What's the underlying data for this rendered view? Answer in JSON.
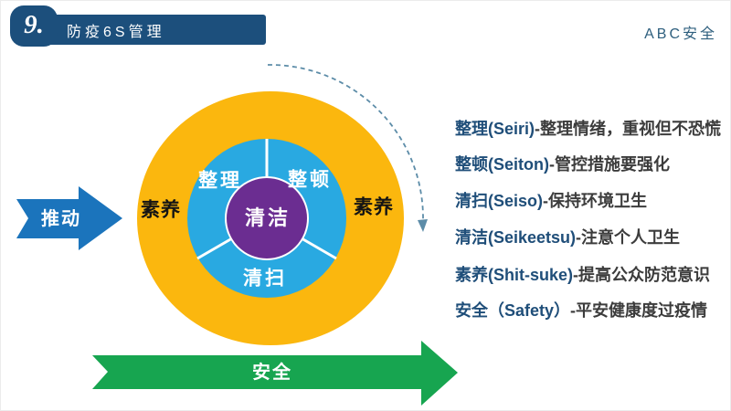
{
  "header": {
    "number": "9.",
    "title": "防疫6S管理",
    "brand": "ABC安全"
  },
  "diagram": {
    "center_label": "清洁",
    "segments": [
      "整理",
      "整顿",
      "清扫"
    ],
    "outer_label_left": "素养",
    "outer_label_right": "素养",
    "push_arrow_label": "推动",
    "safety_arrow_label": "安全",
    "colors": {
      "outer_ring": "#fbb70e",
      "inner_ring": "#29a9e1",
      "center_circle": "#6b2d91",
      "divider_line": "#ffffff",
      "push_arrow": "#1b74bc",
      "safety_arrow": "#17a550",
      "dashed_arc": "#5c8ca8",
      "header_navy": "#1c4f7c",
      "legend_term": "#1f4e79"
    }
  },
  "legend": {
    "items": [
      {
        "term": "整理(Seiri)",
        "desc": "-整理情绪，重视但不恐慌"
      },
      {
        "term": "整顿(Seiton)",
        "desc": "-管控措施要强化"
      },
      {
        "term": "清扫(Seiso)",
        "desc": "-保持环境卫生"
      },
      {
        "term": "清洁(Seikeetsu)",
        "desc": "-注意个人卫生"
      },
      {
        "term": "素养(Shit-suke)",
        "desc": "-提高公众防范意识"
      },
      {
        "term": "安全（Safety）",
        "desc": "-平安健康度过疫情"
      }
    ]
  }
}
